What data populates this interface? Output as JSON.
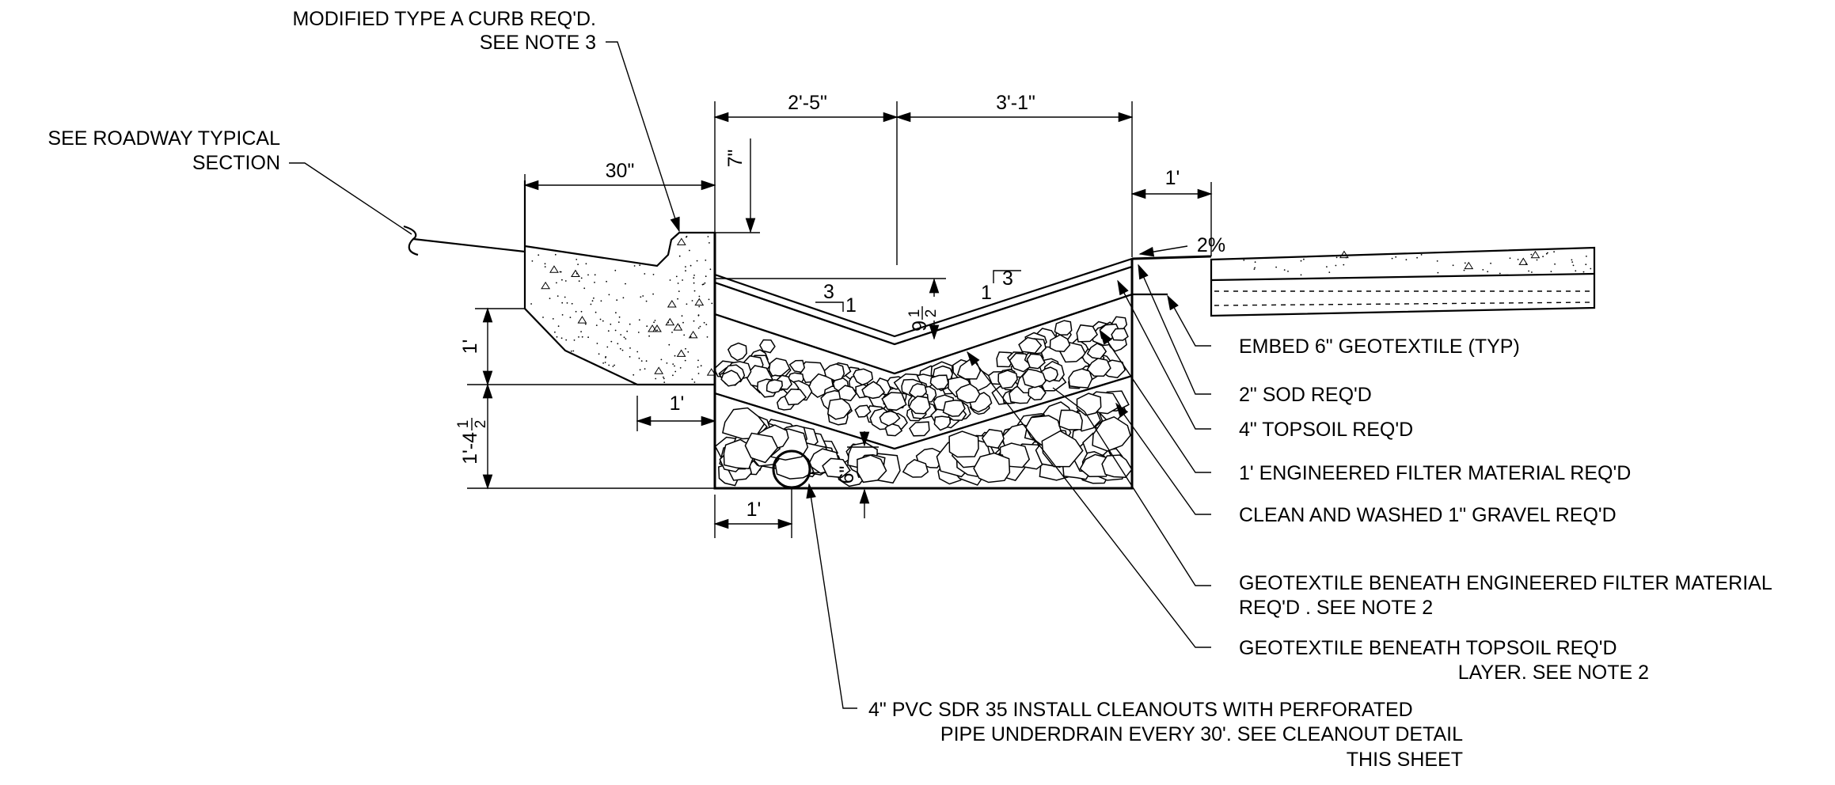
{
  "labels": {
    "curb_line1": "MODIFIED TYPE A CURB REQ'D.",
    "curb_line2": "SEE NOTE 3",
    "roadway_line1": "SEE ROADWAY TYPICAL",
    "roadway_line2": "SECTION",
    "embed": "EMBED 6\" GEOTEXTILE (TYP)",
    "sod": "2\" SOD REQ'D",
    "topsoil": "4\" TOPSOIL REQ'D",
    "filter": "1' ENGINEERED FILTER MATERIAL REQ'D",
    "gravel": "CLEAN AND WASHED 1\" GRAVEL REQ'D",
    "geo_filter_line1": "GEOTEXTILE BENEATH ENGINEERED FILTER MATERIAL",
    "geo_filter_line2": "REQ'D . SEE NOTE 2",
    "geo_topsoil_line1": "GEOTEXTILE BENEATH TOPSOIL REQ'D",
    "geo_topsoil_line2": "LAYER. SEE NOTE 2",
    "pvc_line1": "4\" PVC SDR 35 INSTALL CLEANOUTS WITH PERFORATED",
    "pvc_line2": "PIPE UNDERDRAIN EVERY 30'. SEE CLEANOUT DETAIL",
    "pvc_line3": "THIS SHEET"
  },
  "dimensions": {
    "top_left": "2'-5\"",
    "top_right": "3'-1\"",
    "curb_width": "30\"",
    "curb_height": "7\"",
    "right_offset": "1'",
    "slope_pct": "2%",
    "depth_whole": "9",
    "depth_num": "1",
    "depth_den": "2",
    "vert_1ft": "1'",
    "vert_total_whole": "1'-4",
    "vert_total_num": "1",
    "vert_total_den": "2",
    "curb_base": "1'",
    "pipe_offset": "1'",
    "pipe_cover": "6\"",
    "slope_left_run": "3",
    "slope_left_rise": "1",
    "slope_right_rise": "1",
    "slope_right_run": "3"
  }
}
